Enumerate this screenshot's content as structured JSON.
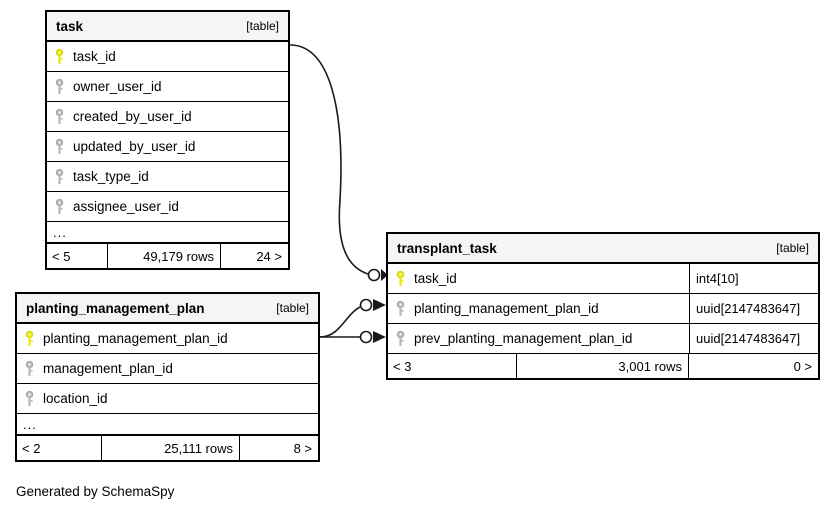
{
  "diagram": {
    "caption": "Generated by SchemaSpy",
    "table_tag": "[table]",
    "more_columns_marker": "...",
    "colors": {
      "primary_key": "#e8e800",
      "foreign_key": "#b0b0b0",
      "header_background": "#f5f5f5",
      "border": "#000000",
      "background": "#ffffff"
    }
  },
  "tables": {
    "task": {
      "name": "task",
      "tag": "[table]",
      "columns": [
        {
          "name": "task_id",
          "key": "primary"
        },
        {
          "name": "owner_user_id",
          "key": "foreign"
        },
        {
          "name": "created_by_user_id",
          "key": "foreign"
        },
        {
          "name": "updated_by_user_id",
          "key": "foreign"
        },
        {
          "name": "task_type_id",
          "key": "foreign"
        },
        {
          "name": "assignee_user_id",
          "key": "foreign"
        }
      ],
      "more": "...",
      "footer": {
        "left": "< 5",
        "rows": "49,179 rows",
        "right": "24 >"
      }
    },
    "planting_management_plan": {
      "name": "planting_management_plan",
      "tag": "[table]",
      "columns": [
        {
          "name": "planting_management_plan_id",
          "key": "primary"
        },
        {
          "name": "management_plan_id",
          "key": "foreign"
        },
        {
          "name": "location_id",
          "key": "foreign"
        }
      ],
      "more": "...",
      "footer": {
        "left": "< 2",
        "rows": "25,111 rows",
        "right": "8 >"
      }
    },
    "transplant_task": {
      "name": "transplant_task",
      "tag": "[table]",
      "columns": [
        {
          "name": "task_id",
          "key": "primary",
          "type": "int4[10]"
        },
        {
          "name": "planting_management_plan_id",
          "key": "foreign",
          "type": "uuid[2147483647]"
        },
        {
          "name": "prev_planting_management_plan_id",
          "key": "foreign",
          "type": "uuid[2147483647]"
        }
      ],
      "footer": {
        "left": "< 3",
        "rows": "3,001 rows",
        "right": "0 >"
      }
    }
  },
  "relationships": [
    {
      "from_table": "task",
      "from_column": "task_id",
      "to_table": "transplant_task",
      "to_column": "task_id"
    },
    {
      "from_table": "planting_management_plan",
      "from_column": "planting_management_plan_id",
      "to_table": "transplant_task",
      "to_column": "planting_management_plan_id"
    },
    {
      "from_table": "planting_management_plan",
      "from_column": "planting_management_plan_id",
      "to_table": "transplant_task",
      "to_column": "prev_planting_management_plan_id"
    }
  ]
}
